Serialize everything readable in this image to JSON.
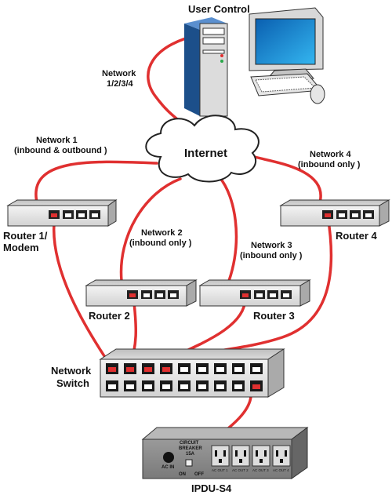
{
  "title": "User Control",
  "cloud_label": "Internet",
  "device_label": "IPDU-S4",
  "switch_label": [
    "Network",
    "Switch"
  ],
  "links": {
    "user": [
      "Network",
      "1/2/3/4"
    ],
    "net1": [
      "Network 1",
      "(inbound & outbound )"
    ],
    "net2": [
      "Network 2",
      "(inbound only )"
    ],
    "net3": [
      "Network 3",
      "(inbound only )"
    ],
    "net4": [
      "Network 4",
      "(inbound only )"
    ]
  },
  "routers": {
    "r1": [
      "Router 1/",
      "Modem"
    ],
    "r2": "Router 2",
    "r3": "Router 3",
    "r4": "Router 4"
  },
  "pdu": {
    "breaker": [
      "CIRCUIT",
      "BREAKER",
      "15A"
    ],
    "ac_in": "AC IN",
    "on": "ON",
    "off": "OFF",
    "outlets": [
      "AC OUT 1",
      "AC OUT 2",
      "AC OUT 3",
      "AC OUT 4"
    ]
  },
  "colors": {
    "cable": "#e03030",
    "router_face": "#e8e8e8",
    "router_top": "#c9c9c9",
    "monitor_screen": "#1a8fd8",
    "tower": "#2d6fb4"
  }
}
